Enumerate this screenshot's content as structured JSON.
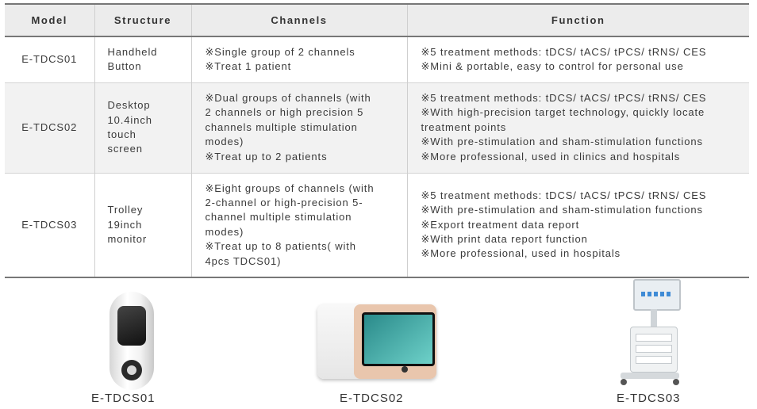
{
  "table": {
    "headers": [
      "Model",
      "Structure",
      "Channels",
      "Function"
    ],
    "rows": [
      {
        "model": "E-TDCS01",
        "structure": [
          "Handheld",
          "Button"
        ],
        "channels": [
          "※Single group of 2 channels",
          "※Treat 1 patient"
        ],
        "function": [
          "※5 treatment methods: tDCS/ tACS/ tPCS/ tRNS/ CES",
          "※Mini & portable, easy to control for personal use"
        ]
      },
      {
        "model": "E-TDCS02",
        "structure": [
          "Desktop",
          "10.4inch",
          "touch",
          "screen"
        ],
        "channels": [
          "※Dual groups of channels (with",
          "2 channels or high precision 5",
          "channels multiple stimulation",
          "modes)",
          "※Treat up to 2 patients"
        ],
        "function": [
          "※5 treatment methods: tDCS/ tACS/ tPCS/ tRNS/ CES",
          "※With high-precision target technology, quickly locate",
          "treatment points",
          "※With pre-stimulation and sham-stimulation functions",
          "※More professional, used in clinics and hospitals"
        ]
      },
      {
        "model": "E-TDCS03",
        "structure": [
          "Trolley",
          "19inch",
          "monitor"
        ],
        "channels": [
          "※Eight groups of channels (with",
          "2-channel or high-precision 5-",
          "channel multiple stimulation",
          "modes)",
          "※Treat up to 8 patients( with",
          "4pcs TDCS01)"
        ],
        "function": [
          "※5 treatment methods: tDCS/ tACS/ tPCS/ tRNS/ CES",
          "※With pre-stimulation and sham-stimulation functions",
          "※Export treatment data report",
          "※With print data report function",
          "※More professional, used in hospitals"
        ]
      }
    ]
  },
  "products": [
    {
      "caption": "E-TDCS01",
      "image": "handheld-device"
    },
    {
      "caption": "E-TDCS02",
      "image": "desktop-device"
    },
    {
      "caption": "E-TDCS03",
      "image": "trolley-device"
    }
  ],
  "colors": {
    "header_bg": "#ececec",
    "alt_row_bg": "#f2f2f2",
    "border_dark": "#777777",
    "desktop_accent": "#e9c6ad",
    "screen_teal": "#2a8a8a"
  }
}
